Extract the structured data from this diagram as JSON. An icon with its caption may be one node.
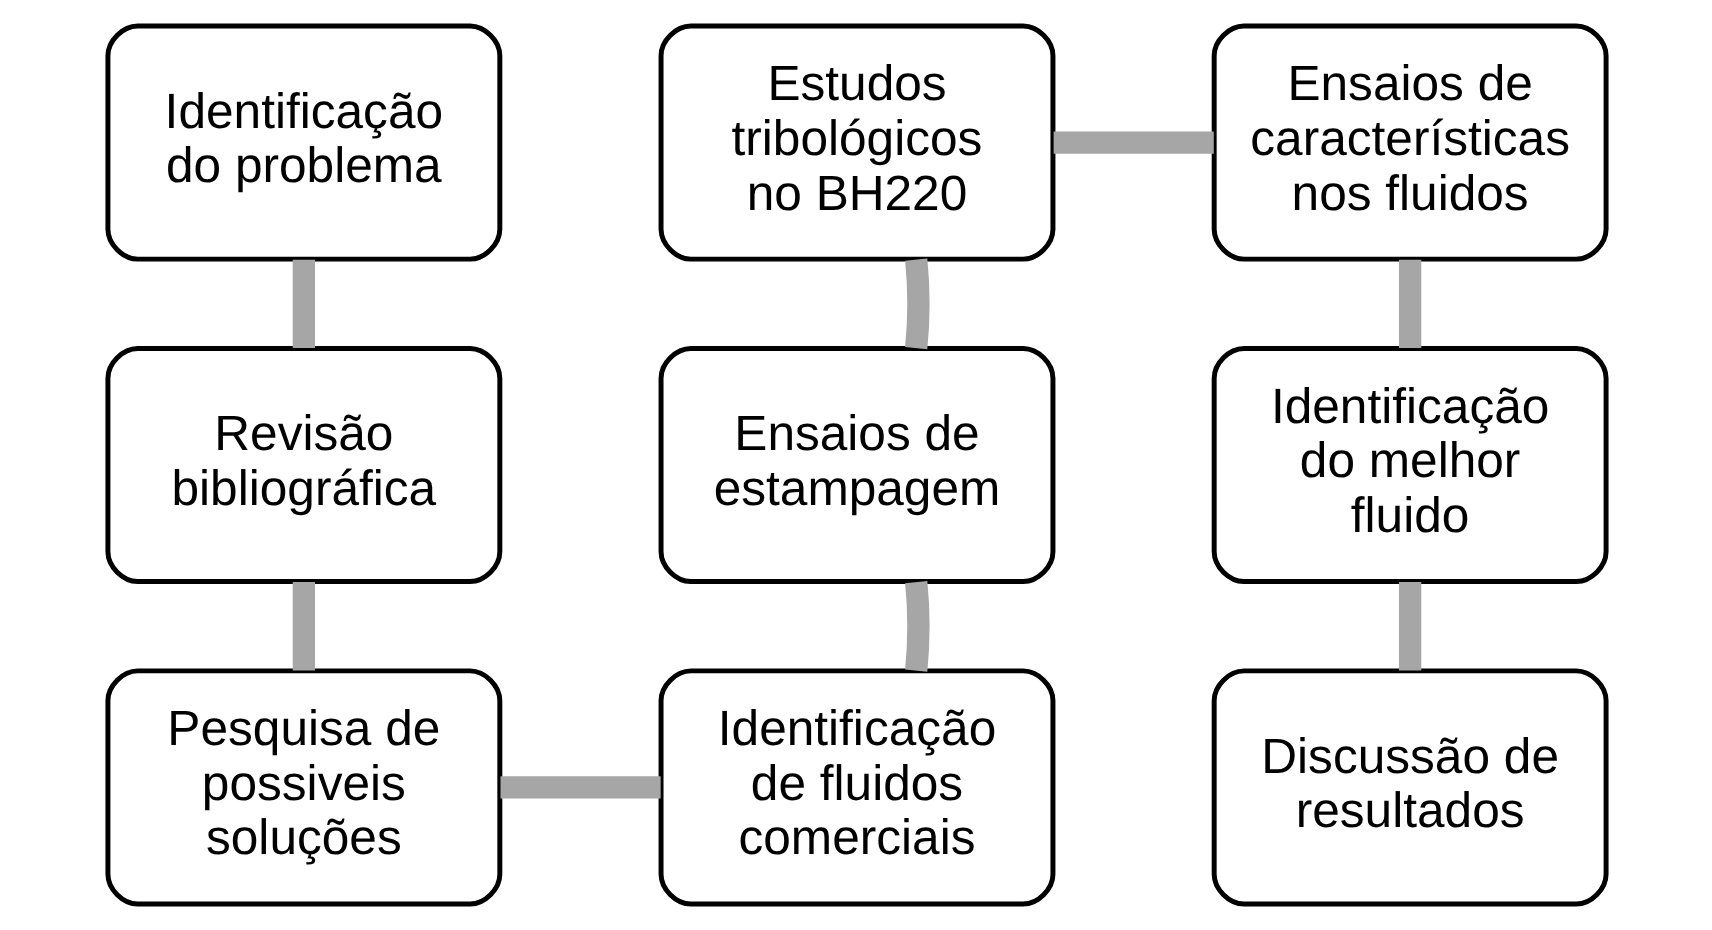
{
  "diagram": {
    "nodes": [
      {
        "text": [
          "Identificação do problema"
        ]
      },
      {
        "text": [
          "Revisão bibliográfica"
        ]
      },
      {
        "text": [
          "Pesquisa de possiveis soluções"
        ]
      },
      {
        "text": [
          "Identificação de fluidos comerciais"
        ]
      },
      {
        "text": [
          "Ensaios de estampagem"
        ]
      },
      {
        "text": [
          "Estudos tribológicos no BH220"
        ]
      },
      {
        "text": [
          "Ensaios de características nos fluidos"
        ]
      },
      {
        "text": [
          "Identificação do melhor fluido"
        ]
      },
      {
        "text": [
          "Discussão de resultados"
        ]
      }
    ],
    "edges": [
      {
        "from": 0,
        "to": 1,
        "arrow": "none"
      },
      {
        "from": 1,
        "to": 2,
        "arrow": "none"
      },
      {
        "from": 2,
        "to": 3,
        "arrow": "none"
      },
      {
        "from": 3,
        "to": 4,
        "arrow": "none"
      },
      {
        "from": 4,
        "to": 5,
        "arrow": "none"
      },
      {
        "from": 5,
        "to": 6,
        "arrow": "none"
      },
      {
        "from": 6,
        "to": 7,
        "arrow": "none"
      },
      {
        "from": 7,
        "to": 8,
        "arrow": "none"
      }
    ]
  }
}
